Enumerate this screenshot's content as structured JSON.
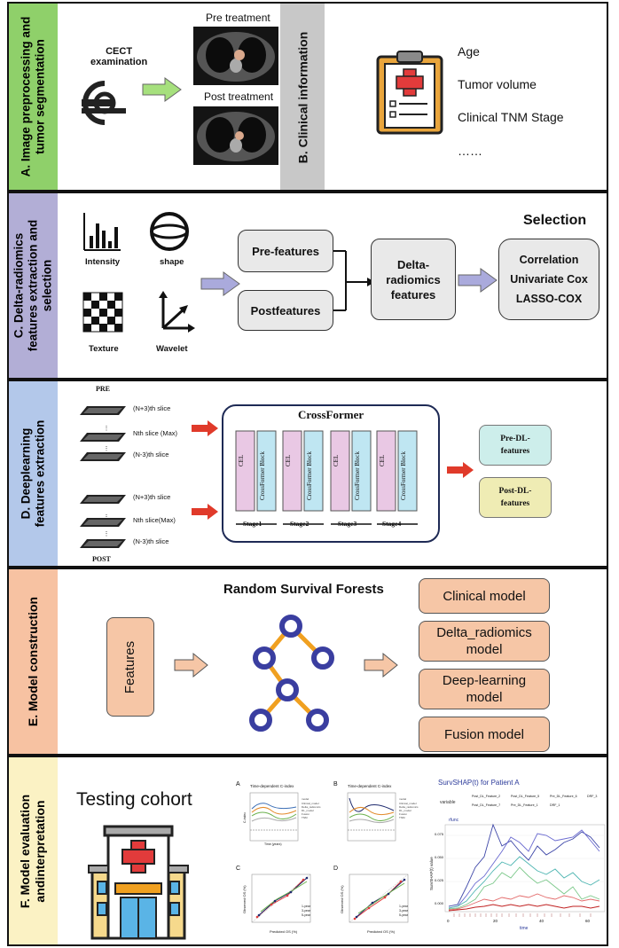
{
  "panelA": {
    "side_label_1": "A. Image preprocessing and",
    "side_label_2": "tumor segmentation",
    "cect_1": "CECT",
    "cect_2": "examination",
    "pre_treatment": "Pre treatment",
    "post_treatment": "Post treatment"
  },
  "panelB": {
    "side_label": "B. Clinical information",
    "items": [
      "Age",
      "Tumor volume",
      "Clinical TNM Stage",
      "……"
    ]
  },
  "panelC": {
    "side_label_1": "C. Delta-radiomics",
    "side_label_2": "features extraction and",
    "side_label_3": "selection",
    "icons": {
      "intensity": "Intensity",
      "shape": "shape",
      "texture": "Texture",
      "wavelet": "Wavelet"
    },
    "pre_features": "Pre-features",
    "post_features": "Postfeatures",
    "delta_1": "Delta-",
    "delta_2": "radiomics",
    "delta_3": "features",
    "selection_title": "Selection",
    "selection_items": [
      "Correlation",
      "Univariate Cox",
      "LASSO-COX"
    ]
  },
  "panelD": {
    "side_label_1": "D. Deeplearning",
    "side_label_2": "features extraction",
    "pre": "PRE",
    "post": "POST",
    "slices_pre": [
      "(N+3)th slice",
      "Nth slice (Max)",
      "(N-3)th slice"
    ],
    "slices_post": [
      "(N+3)th slice",
      "Nth slice(Max)",
      "(N-3)th slice"
    ],
    "crossformer_title": "CrossFormer",
    "cel": "CEL",
    "block": "CrossFormer Block",
    "stages": [
      "Stage1",
      "Stage2",
      "Stage3",
      "Stage4"
    ],
    "pre_dl_1": "Pre-DL-",
    "pre_dl_2": "features",
    "post_dl_1": "Post-DL-",
    "post_dl_2": "features"
  },
  "panelE": {
    "side_label": "E. Model construction",
    "features": "Features",
    "rsf_title": "Random Survival Forests",
    "models": [
      "Clinical model",
      "Delta_radiomics model",
      "Deep-learning model",
      "Fusion model"
    ]
  },
  "panelF": {
    "side_label_1": "F. Model evaluation",
    "side_label_2": "andinterpretation",
    "testing_cohort": "Testing cohort",
    "plotA_label": "A",
    "plotA_title": "Time-dependent C-index",
    "plotB_label": "B",
    "plotB_title": "Time-dependent C-index",
    "plotC_label": "C",
    "plotD_label": "D",
    "calib_xlabel": "Predicted OS (%)",
    "calib_ylabel": "Observed OS (%)",
    "cindex_xlabel": "Time (years)",
    "cindex_ylabel": "C-index",
    "calib_legend": [
      "1-year",
      "3-year",
      "5-year"
    ],
    "shap_title": "SurvSHAP(t) for Patient A",
    "shap_variable": "variable",
    "shap_legend": [
      "Post_DL_Feature_2",
      "Post_DL_Feature_5",
      "Pre_DL_Feature_6",
      "DRF_3",
      "Post_DL_Feature_7",
      "Pre_DL_Feature_1",
      "DRF_1"
    ],
    "shap_ylabel": "SurvSHAP(t) value",
    "shap_xlabel": "time",
    "shap_yticks": [
      "0.075",
      "0.050",
      "0.025",
      "0.000"
    ],
    "shap_xticks": [
      "0",
      "20",
      "40",
      "60"
    ],
    "shap_rfunc": "rfunc"
  },
  "colors": {
    "sideA": "#8fd06a",
    "sideB": "#c8c8c8",
    "sideC": "#b2aed6",
    "sideD": "#b3c8ea",
    "sideE": "#f7c2a2",
    "sideF": "#fbf2c4",
    "greenArrow": "#a6e07d",
    "purpleArrow": "#aaaadc",
    "redArrow": "#e03a2a",
    "peach": "#f6c6a6",
    "treeNode": "#3a3ea0",
    "treeEdge": "#f0a020"
  }
}
